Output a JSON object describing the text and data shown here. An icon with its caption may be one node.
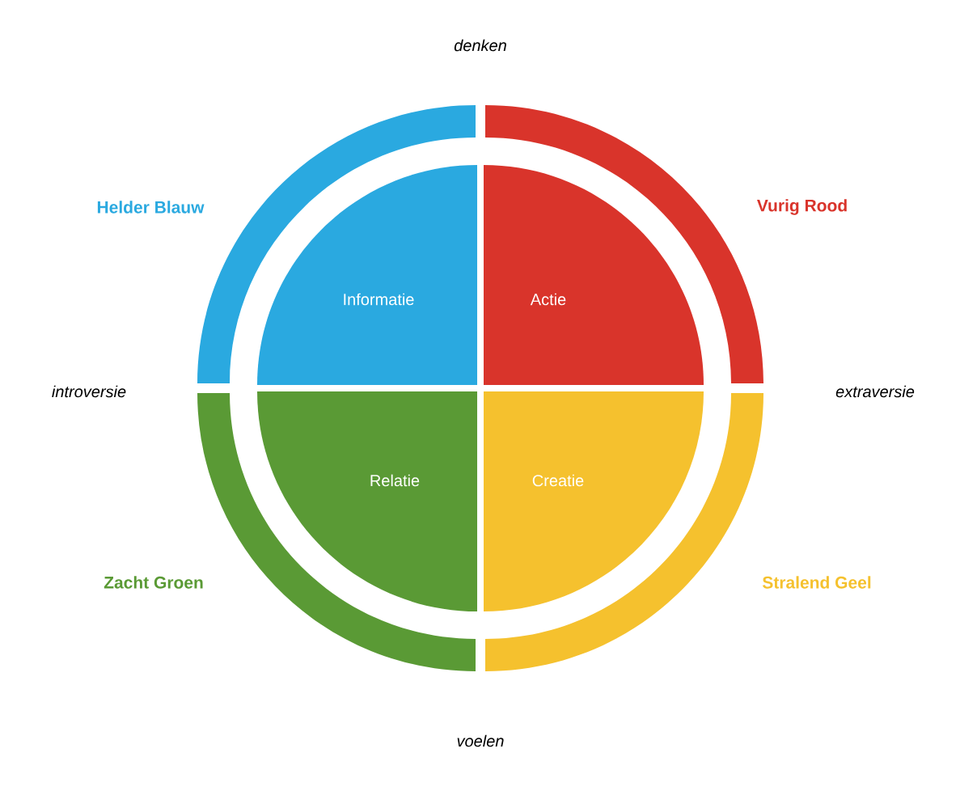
{
  "diagram": {
    "nodes": [
      {
        "text": [
          "Informatie"
        ]
      },
      {
        "text": [
          "Actie"
        ]
      },
      {
        "text": [
          "Relatie"
        ]
      },
      {
        "text": [
          "Creatie"
        ]
      },
      {
        "text": [],
        "shape": "band",
        "beside": [
          "Helder Blauw"
        ]
      },
      {
        "text": [],
        "shape": "band",
        "beside": [
          "Vurig Rood"
        ]
      },
      {
        "text": [],
        "shape": "band",
        "beside": [
          "Zacht Groen"
        ]
      },
      {
        "text": [],
        "shape": "band",
        "beside": [
          "Stralend Geel"
        ]
      }
    ],
    "edges": [],
    "labels": [
      "denken",
      "introversie",
      "extraversie",
      "voelen"
    ]
  }
}
